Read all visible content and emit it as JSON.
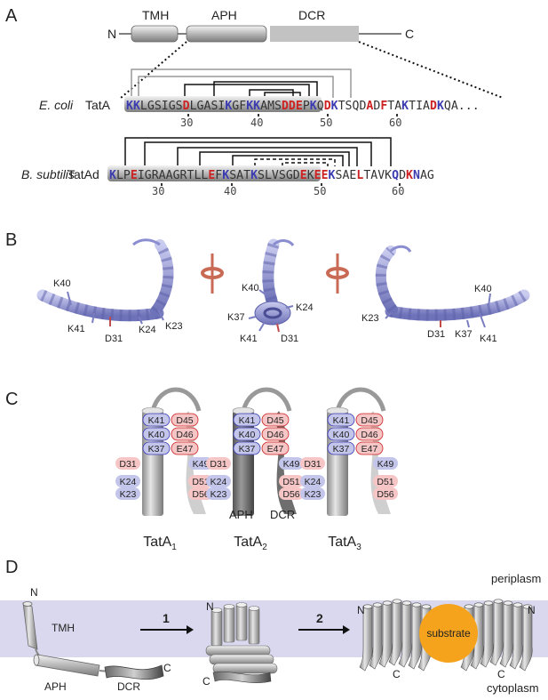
{
  "panels": {
    "A": "A",
    "B": "B",
    "C": "C",
    "D": "D"
  },
  "panel_a": {
    "domain_N": "N",
    "domain_C": "C",
    "domains": [
      "TMH",
      "APH",
      "DCR"
    ],
    "ecoli": {
      "species": "E. coli",
      "protein": "TatA",
      "sequence": "KKLGSIGSDLGASIKGFKKAMSDDEPKQDKTSQDADFTAKTIADKQA...",
      "ticks": [
        "30",
        "40",
        "50",
        "60"
      ]
    },
    "bsub": {
      "species": "B. subtilis",
      "protein": "TatAd",
      "sequence": "KLPEIGRAAGRTLLEFKSATKSLVSGDEKEEKSAELTAVKQDKNAG",
      "ticks": [
        "30",
        "40",
        "50",
        "60"
      ]
    }
  },
  "panel_b": {
    "left_labels": [
      "K40",
      "K41",
      "D31",
      "K24",
      "K23"
    ],
    "mid_labels": [
      "K40",
      "K24",
      "K37",
      "K41",
      "D31"
    ],
    "right_labels": [
      "K40",
      "K23",
      "D31",
      "K37",
      "K41"
    ]
  },
  "panel_c": {
    "helix_pairs": [
      [
        "K41",
        "D45"
      ],
      [
        "K40",
        "D46"
      ],
      [
        "K37",
        "E47"
      ]
    ],
    "outside_labels": [
      "D31",
      "K49",
      "K24",
      "D51",
      "K23",
      "D56"
    ],
    "aph_label": "APH",
    "dcr_label": "DCR",
    "units": [
      {
        "name": "TatA",
        "sub": "1"
      },
      {
        "name": "TatA",
        "sub": "2"
      },
      {
        "name": "TatA",
        "sub": "3"
      }
    ]
  },
  "panel_d": {
    "n": "N",
    "c": "C",
    "tmh": "TMH",
    "aph": "APH",
    "dcr": "DCR",
    "step1": "1",
    "step2": "2",
    "substrate": "substrate",
    "periplasm": "periplasm",
    "cytoplasm": "cytoplasm"
  },
  "colors": {
    "lys": "#3b3bb0",
    "acid": "#cc2222",
    "lys_fill": "#c3c6ea",
    "acid_fill": "#f6c6c6",
    "membrane": "#d9d8ee",
    "substrate": "#f5a31d",
    "ribbon": "#9fa2d8"
  }
}
